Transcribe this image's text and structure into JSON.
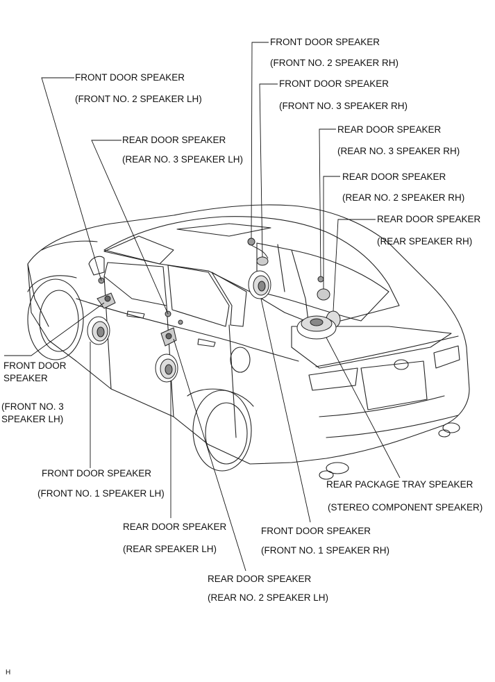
{
  "callouts": {
    "front_no2_rh": {
      "title": "FRONT DOOR SPEAKER",
      "subtitle": "(FRONT NO. 2 SPEAKER RH)"
    },
    "front_no3_rh": {
      "title": "FRONT DOOR SPEAKER",
      "subtitle": "(FRONT NO. 3 SPEAKER RH)"
    },
    "front_no2_lh": {
      "title": "FRONT DOOR SPEAKER",
      "subtitle": "(FRONT NO. 2 SPEAKER LH)"
    },
    "rear_no3_rh": {
      "title": "REAR DOOR SPEAKER",
      "subtitle": "(REAR NO. 3 SPEAKER RH)"
    },
    "rear_no3_lh": {
      "title": "REAR DOOR SPEAKER",
      "subtitle": "(REAR NO. 3 SPEAKER LH)"
    },
    "rear_no2_rh": {
      "title": "REAR DOOR SPEAKER",
      "subtitle": "(REAR NO. 2 SPEAKER RH)"
    },
    "rear_rh": {
      "title": "REAR DOOR SPEAKER",
      "subtitle": "(REAR SPEAKER RH)"
    },
    "front_no3_lh": {
      "title_line1": "FRONT DOOR",
      "title_line2": "SPEAKER",
      "subtitle_line1": "(FRONT NO. 3",
      "subtitle_line2": "SPEAKER LH)"
    },
    "front_no1_lh": {
      "title": "FRONT DOOR SPEAKER",
      "subtitle": "(FRONT NO. 1 SPEAKER LH)"
    },
    "package_tray": {
      "title": "REAR PACKAGE TRAY SPEAKER",
      "subtitle": "(STEREO COMPONENT SPEAKER)"
    },
    "rear_lh": {
      "title": "REAR DOOR SPEAKER",
      "subtitle": "(REAR SPEAKER LH)"
    },
    "front_no1_rh": {
      "title": "FRONT DOOR SPEAKER",
      "subtitle": "(FRONT NO. 1 SPEAKER RH)"
    },
    "rear_no2_lh": {
      "title": "REAR DOOR SPEAKER",
      "subtitle": "(REAR NO. 2 SPEAKER LH)"
    }
  },
  "figure_id": "H"
}
